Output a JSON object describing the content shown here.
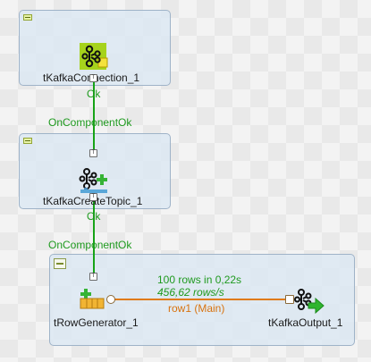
{
  "components": {
    "kafka_connection": {
      "label": "tKafkaConnection_1"
    },
    "kafka_create_topic": {
      "label": "tKafkaCreateTopic_1"
    },
    "row_generator": {
      "label": "tRowGenerator_1"
    },
    "kafka_output": {
      "label": "tKafkaOutput_1"
    }
  },
  "links": {
    "ok_1": "Ok",
    "on_component_ok_1": "OnComponentOk",
    "ok_2": "Ok",
    "on_component_ok_2": "OnComponentOk",
    "row_main": "row1 (Main)"
  },
  "stats": {
    "rows": "100 rows in 0,22s",
    "rate": "456,62 rows/s"
  },
  "colors": {
    "trigger_link": "#17a317",
    "row_link": "#e07a10",
    "subjob_bg": "#dce8f2"
  },
  "icons": {
    "kafka": "kafka-icon",
    "row_generator": "row-generator-icon"
  }
}
